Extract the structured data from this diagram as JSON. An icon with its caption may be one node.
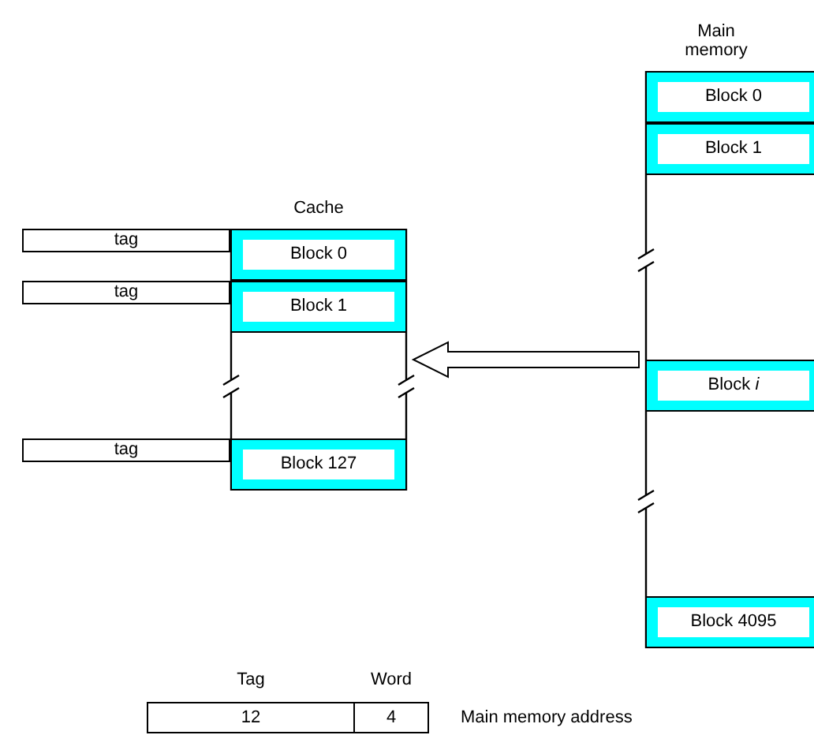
{
  "diagram": {
    "nodes": [
      {
        "text": [
          "Cache"
        ]
      },
      {
        "text": [
          "Block 0"
        ],
        "in": 0
      },
      {
        "text": [
          "Block 1"
        ],
        "in": 0
      },
      {
        "text": [
          "Block 127"
        ],
        "in": 0
      },
      {
        "text": [
          "tag"
        ]
      },
      {
        "text": [
          "tag"
        ]
      },
      {
        "text": [
          "tag"
        ]
      },
      {
        "text": [
          "Main memory"
        ]
      },
      {
        "text": [
          "Block 0"
        ],
        "in": 7
      },
      {
        "text": [
          "Block 1"
        ],
        "in": 7
      },
      {
        "text": [
          "Block *i*"
        ],
        "in": 7
      },
      {
        "text": [
          "Block 4095"
        ],
        "in": 7
      },
      {
        "text": [
          "Tag",
          "12"
        ]
      },
      {
        "text": [
          "Word",
          "4"
        ]
      }
    ],
    "edges": [
      {
        "from": 7,
        "to": 0,
        "arrow": "to",
        "style": "thick"
      }
    ],
    "labels": [
      "Main memory address"
    ]
  }
}
